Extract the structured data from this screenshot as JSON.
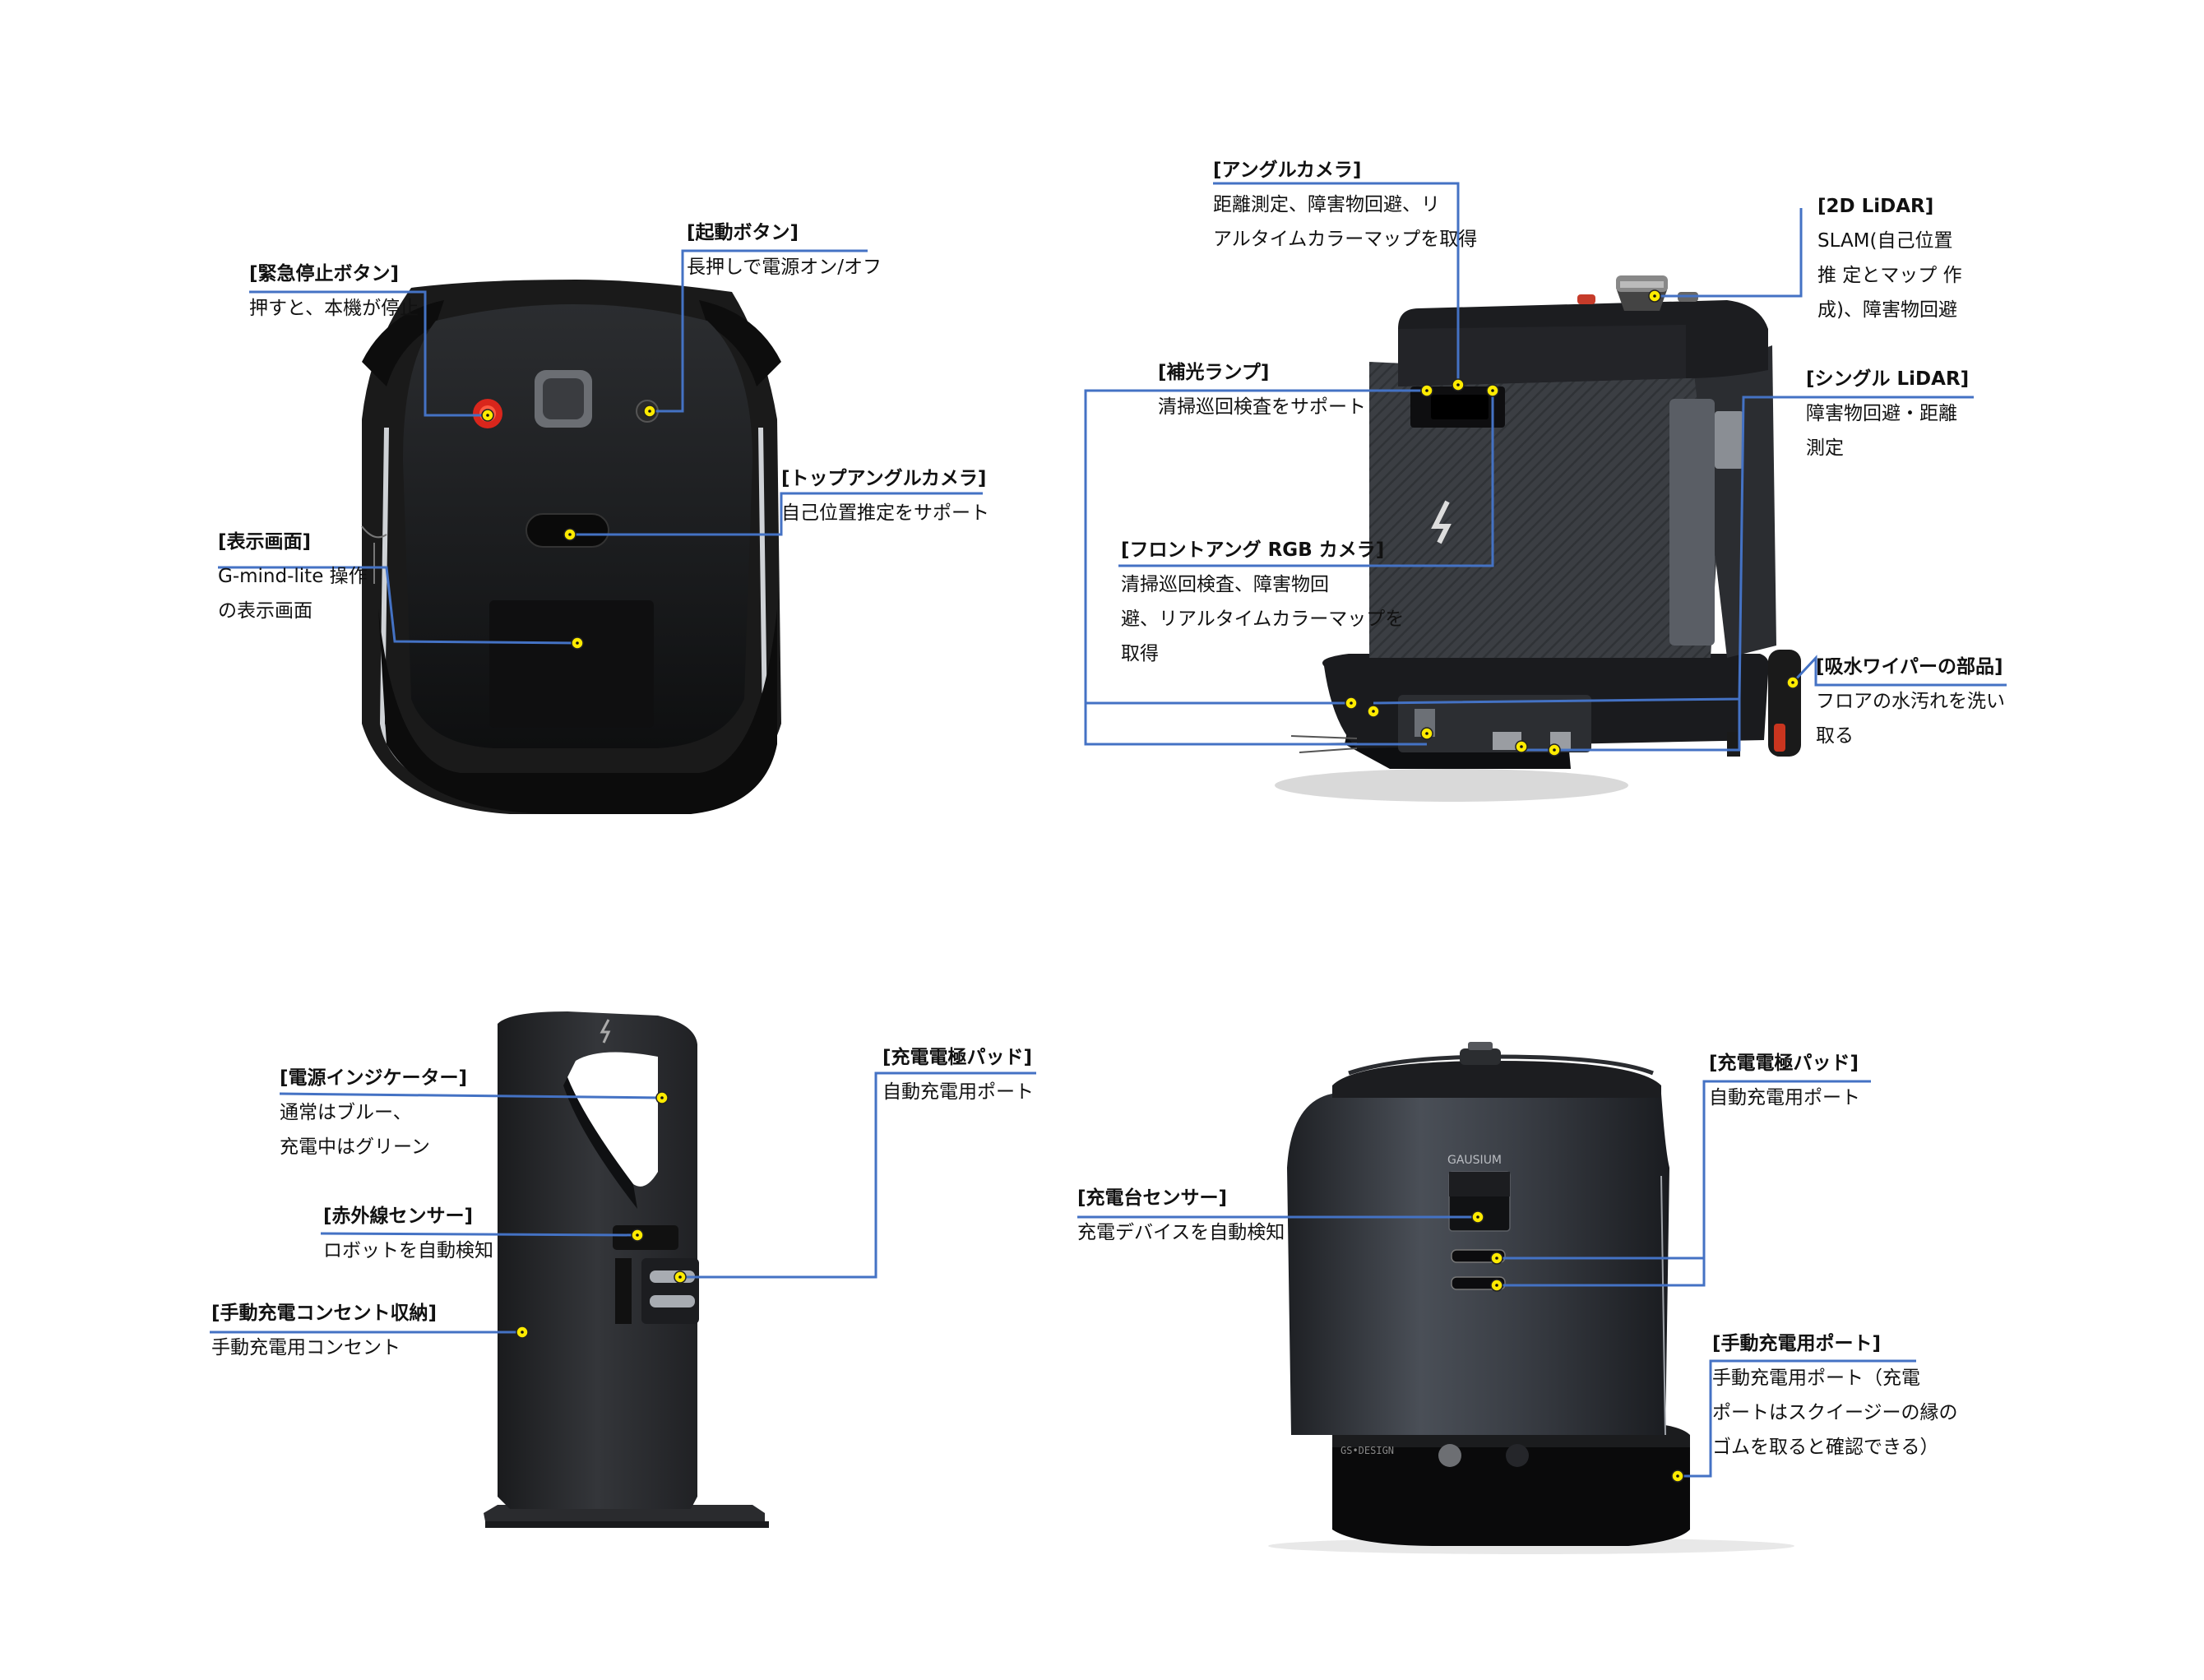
{
  "panels": [
    {
      "name": "robot-top-view",
      "callouts": [
        {
          "id": "emergency-stop",
          "title": "[緊急停止ボタン]",
          "lines": [
            "押すと、本機が停止"
          ]
        },
        {
          "id": "power-button",
          "title": "[起動ボタン]",
          "lines": [
            "長押しで電源オン/オフ"
          ]
        },
        {
          "id": "top-angle-camera",
          "title": "[トップアングルカメラ]",
          "lines": [
            "自己位置推定をサポート"
          ]
        },
        {
          "id": "display-screen",
          "title": "[表示画面]",
          "lines": [
            "G-mind-lite 操作",
            "の表示画面"
          ]
        }
      ]
    },
    {
      "name": "robot-side-view",
      "callouts": [
        {
          "id": "angle-camera",
          "title": "[アングルカメラ]",
          "lines": [
            "距離測定、障害物回避、リ",
            "アルタイムカラーマップを取得"
          ]
        },
        {
          "id": "lidar-2d",
          "title": "[2D LiDAR]",
          "lines": [
            "SLAM(自己位置",
            "推 定とマップ 作",
            "成)、障害物回避"
          ]
        },
        {
          "id": "fill-light",
          "title": "[補光ランプ]",
          "lines": [
            "清掃巡回検査をサポート"
          ]
        },
        {
          "id": "single-lidar",
          "title": "[シングル LiDAR]",
          "lines": [
            "障害物回避・距離",
            "測定"
          ]
        },
        {
          "id": "front-rgb-camera",
          "title": "[フロントアング RGB カメラ]",
          "lines": [
            "清掃巡回検査、障害物回",
            "避、リアルタイムカラーマップを",
            "取得"
          ]
        },
        {
          "id": "squeegee",
          "title": "[吸水ワイパーの部品]",
          "lines": [
            "フロアの水汚れを洗い",
            "取る"
          ]
        }
      ]
    },
    {
      "name": "charging-station",
      "callouts": [
        {
          "id": "power-indicator",
          "title": "[電源インジケーター]",
          "lines": [
            "通常はブルー、",
            "充電中はグリーン"
          ]
        },
        {
          "id": "charge-pads-station",
          "title": "[充電電極パッド]",
          "lines": [
            "自動充電用ポート"
          ]
        },
        {
          "id": "ir-sensor",
          "title": "[赤外線センサー]",
          "lines": [
            "ロボットを自動検知"
          ]
        },
        {
          "id": "manual-outlet-storage",
          "title": "[手動充電コンセント収納]",
          "lines": [
            "手動充電用コンセント"
          ]
        }
      ]
    },
    {
      "name": "robot-rear-view",
      "brand": "GAUSIUM",
      "callouts": [
        {
          "id": "charge-pads-robot",
          "title": "[充電電極パッド]",
          "lines": [
            "自動充電用ポート"
          ]
        },
        {
          "id": "dock-sensor",
          "title": "[充電台センサー]",
          "lines": [
            "充電デバイスを自動検知"
          ]
        },
        {
          "id": "manual-charge-port",
          "title": "[手動充電用ポート]",
          "lines": [
            "手動充電用ポート（充電",
            "ポートはスクイージーの縁の",
            "ゴムを取ると確認できる）"
          ]
        }
      ]
    }
  ],
  "colors": {
    "leader": "#4472c4",
    "marker": "#ffeb00"
  }
}
